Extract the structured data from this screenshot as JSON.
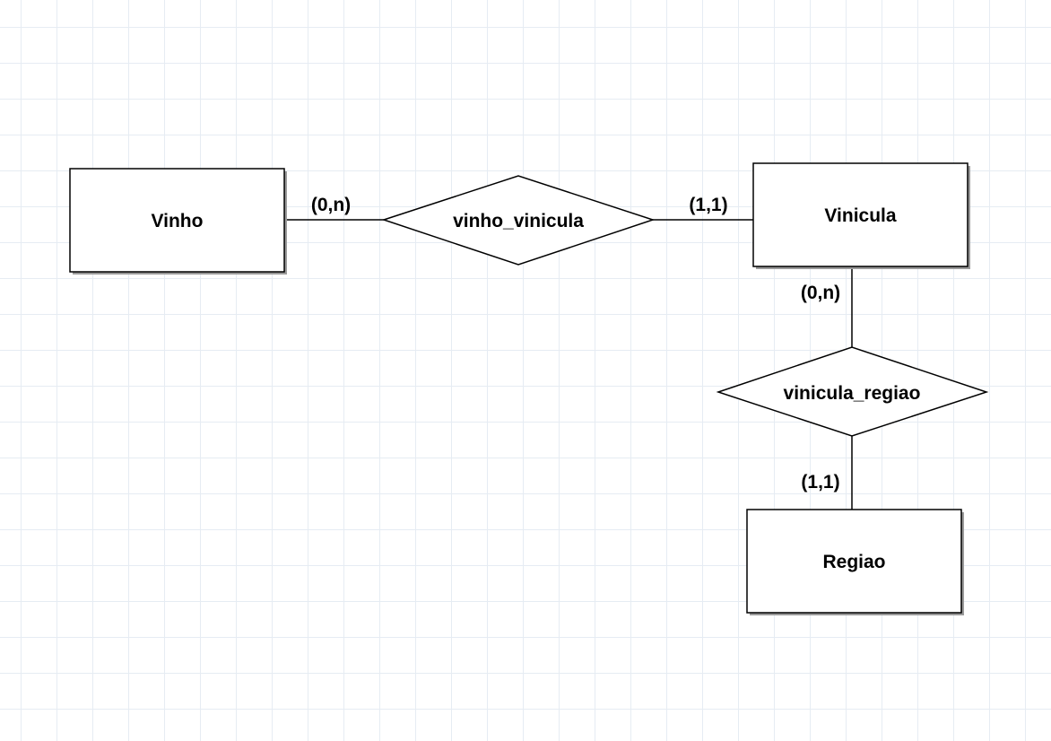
{
  "entities": {
    "vinho": {
      "name": "Vinho"
    },
    "vinicula": {
      "name": "Vinicula"
    },
    "regiao": {
      "name": "Regiao"
    }
  },
  "relationships": {
    "vinho_vinicula": {
      "name": "vinho_vinicula",
      "card_vinho": "(0,n)",
      "card_vinicula": "(1,1)"
    },
    "vinicula_regiao": {
      "name": "vinicula_regiao",
      "card_vinicula": "(0,n)",
      "card_regiao": "(1,1)"
    }
  },
  "colors": {
    "grid": "#e6ecf3",
    "stroke": "#000000",
    "shadow": "#9a9a9a",
    "background": "#ffffff"
  }
}
